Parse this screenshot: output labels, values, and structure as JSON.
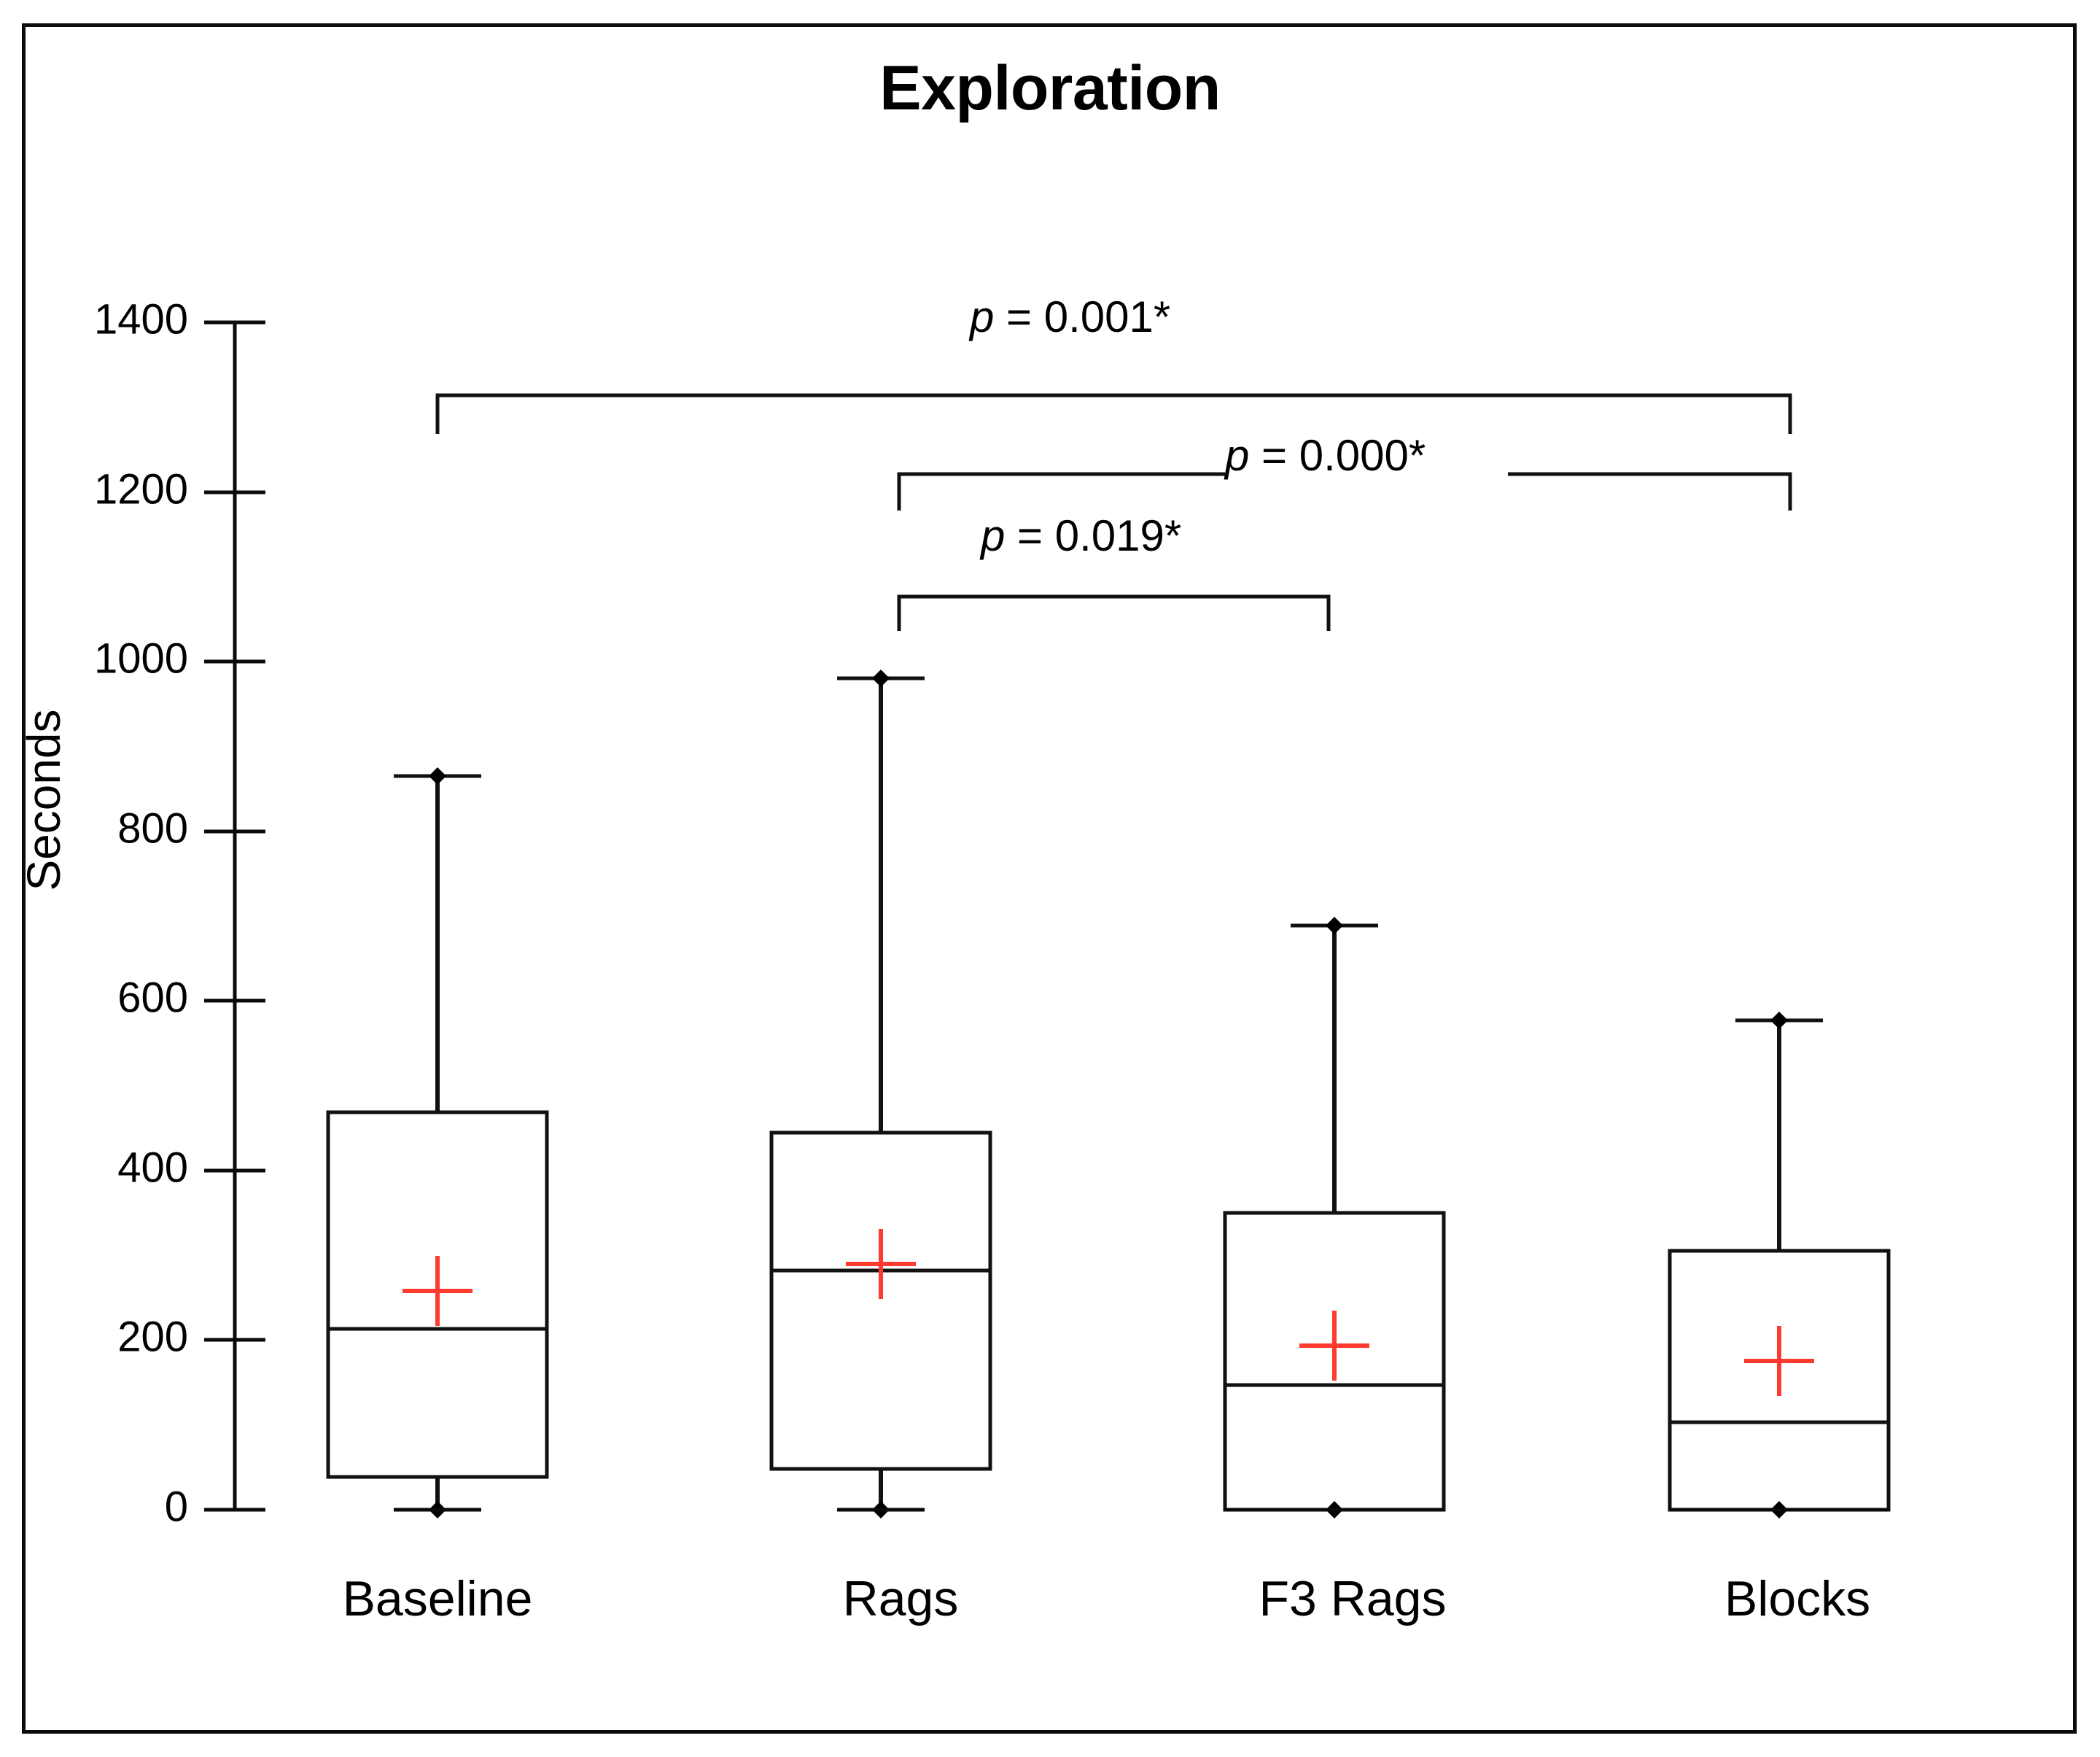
{
  "chart_data": {
    "type": "box",
    "title": "Exploration",
    "xlabel": "",
    "ylabel": "Seconds",
    "ylim": [
      0,
      1400
    ],
    "yticks": [
      0,
      200,
      400,
      600,
      800,
      1000,
      1200,
      1400
    ],
    "grid": false,
    "legend": "none",
    "categories": [
      "Baseline",
      "Rags",
      "F3 Rags",
      "Blocks"
    ],
    "series": [
      {
        "name": "Baseline",
        "min": 0,
        "q1": 30,
        "median": 205,
        "q3": 462,
        "max": 870,
        "mean": 258
      },
      {
        "name": "Rags",
        "min": 0,
        "q1": 48,
        "median": 282,
        "q3": 445,
        "max": 980,
        "mean": 290
      },
      {
        "name": "F3 Rags",
        "min": 0,
        "q1": 0,
        "median": 147,
        "q3": 350,
        "max": 688,
        "mean": 193
      },
      {
        "name": "Blocks",
        "min": 0,
        "q1": 0,
        "median": 103,
        "q3": 305,
        "max": 577,
        "mean": 175
      }
    ],
    "annotations": [
      {
        "id": "sig-1",
        "label": "p = 0.001*",
        "p_value": "0.001",
        "significant": true,
        "from": "Baseline",
        "to": "Blocks"
      },
      {
        "id": "sig-2",
        "label": "p = 0.000*",
        "p_value": "0.000",
        "significant": true,
        "from": "Rags",
        "to": "Blocks"
      },
      {
        "id": "sig-3",
        "label": "p = 0.019*",
        "p_value": "0.019",
        "significant": true,
        "from": "Rags",
        "to": "F3 Rags"
      }
    ],
    "colors": {
      "mean_marker": "#ff3b30",
      "box_stroke": "#111111",
      "axis": "#0a0a0a",
      "background": "#ffffff"
    },
    "marker_notes": {
      "mean_marker_shape": "plus-cross",
      "outlier_shape": "diamond-dot"
    }
  },
  "axis": {
    "tick_labels": [
      "1400",
      "1200",
      "1000",
      "800",
      "600",
      "400",
      "200",
      "0"
    ],
    "y_title": "Seconds"
  },
  "annotations_text": {
    "p1_prefix": "p",
    "p1_rest": " = 0.001*",
    "p2_prefix": "p",
    "p2_rest": " = 0.000*",
    "p3_prefix": "p",
    "p3_rest": " = 0.019*"
  },
  "title": {
    "text": "Exploration"
  }
}
